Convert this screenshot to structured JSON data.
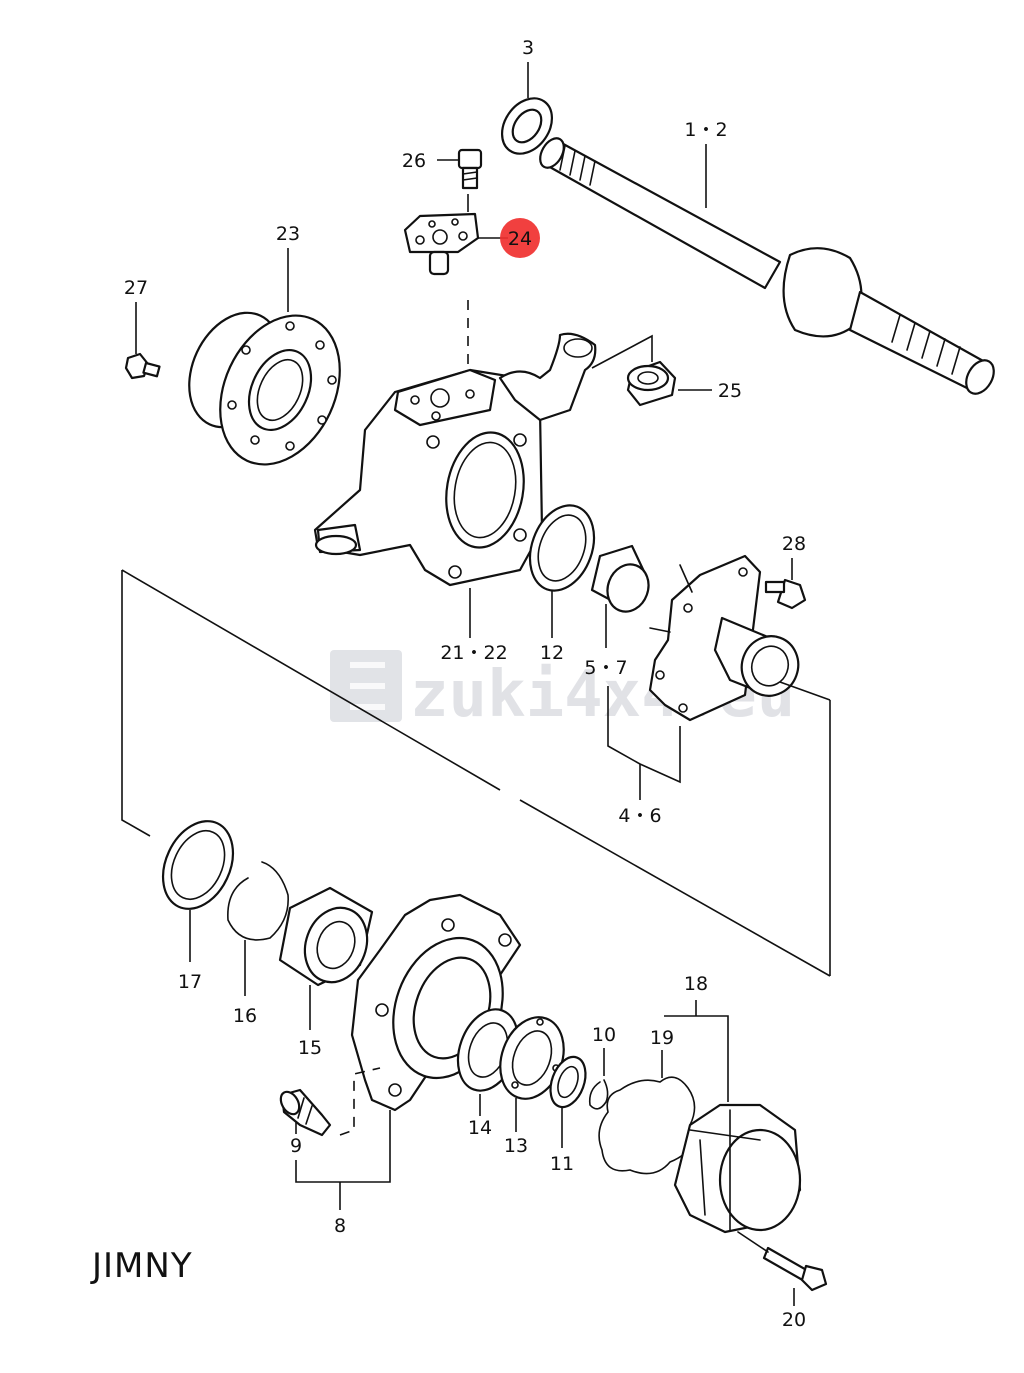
{
  "watermark": "zuki4x4.eu",
  "model": "JIMNY",
  "highlight_color": "#f0302f",
  "labels": {
    "p3": "3",
    "p1_2": "1・2",
    "p26": "26",
    "p24": "24",
    "p23": "23",
    "p27": "27",
    "p25": "25",
    "p28": "28",
    "p21_22": "21・22",
    "p12": "12",
    "p5_7": "5・7",
    "p4_6": "4・6",
    "p17": "17",
    "p16": "16",
    "p15": "15",
    "p18": "18",
    "p19": "19",
    "p10": "10",
    "p14": "14",
    "p13": "13",
    "p11": "11",
    "p9": "9",
    "p8": "8",
    "p20": "20"
  }
}
